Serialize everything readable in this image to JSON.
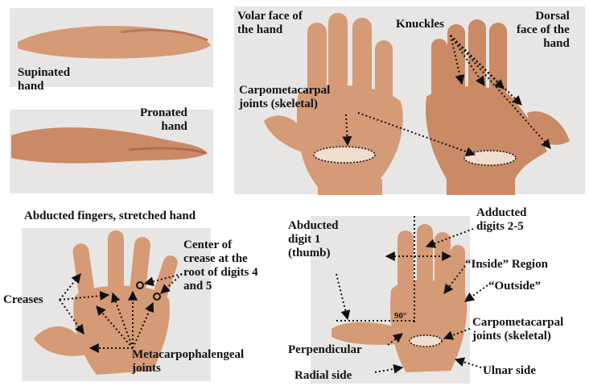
{
  "figure": {
    "panel_a": {
      "supinated": "Supinated\nhand",
      "pronated": "Pronated\nhand"
    },
    "panel_b": {
      "volar": "Volar face of\nthe hand",
      "knuckles": "Knuckles",
      "dorsal": "Dorsal\nface of the\nhand",
      "cmc": "Carpometacarpal\njoints (skeletal)"
    },
    "panel_c": {
      "title": "Abducted fingers, stretched hand",
      "center": "Center of\ncrease at the\nroot of digits 4\nand 5",
      "creases": "Creases",
      "mcp": "Metacarpophalengeal\njoints"
    },
    "panel_d": {
      "abducted": "Abducted\ndigit 1\n(thumb)",
      "adducted": "Adducted\ndigits 2-5",
      "inside": "“Inside” Region",
      "outside": "“Outside”",
      "cmc": "Carpometacarpal\njoints (skeletal)",
      "perpendicular": "Perpendicular",
      "radial": "Radial side",
      "ulnar": "Ulnar side",
      "angle": "90°"
    }
  },
  "colors": {
    "skin": "#d59a76",
    "skin_dark": "#b97a58",
    "photo_bg": "#e7e6e4"
  }
}
